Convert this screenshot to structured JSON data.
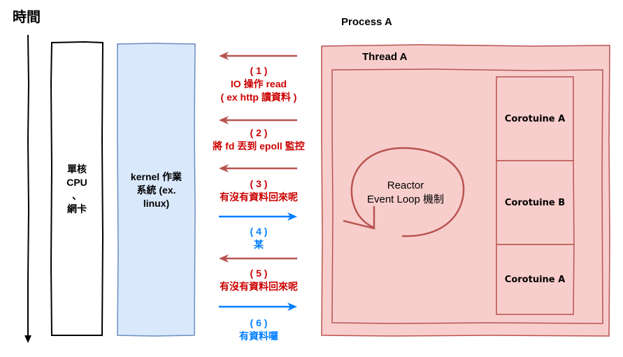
{
  "diagram": {
    "time_axis": {
      "label": "時間"
    },
    "cpu_box": {
      "lines": [
        "單核",
        "CPU",
        "、",
        "網卡"
      ]
    },
    "kernel_box": {
      "lines": [
        "kernel 作業",
        "系統 (ex.",
        "linux)"
      ]
    },
    "process": {
      "label": "Process A",
      "thread": {
        "label": "Thread A",
        "reactor": {
          "lines": [
            "Reactor",
            "Event Loop 機制"
          ]
        },
        "coroutines": [
          "Corotuine A",
          "Corotuine B",
          "Corotuine A"
        ]
      }
    },
    "steps": [
      {
        "num": "( 1 )",
        "lines": [
          "IO 操作 read",
          "( ex http 讀資料 )"
        ],
        "direction": "left",
        "color": "#cc0000"
      },
      {
        "num": "( 2 )",
        "lines": [
          "將 fd 丟到 epoll 監控"
        ],
        "direction": "left",
        "color": "#cc0000"
      },
      {
        "num": "( 3 )",
        "lines": [
          "有沒有資料回來呢"
        ],
        "direction": "left",
        "color": "#cc0000"
      },
      {
        "num": "( 4 )",
        "lines": [
          "某"
        ],
        "direction": "right",
        "color": "#007fff"
      },
      {
        "num": "( 5 )",
        "lines": [
          "有沒有資料回來呢"
        ],
        "direction": "left",
        "color": "#cc0000"
      },
      {
        "num": "( 6 )",
        "lines": [
          "有資料囉"
        ],
        "direction": "right",
        "color": "#007fff"
      }
    ],
    "colors": {
      "process_fill": "#f8cecc",
      "process_stroke": "#b85450",
      "kernel_fill": "#dae8fc",
      "kernel_stroke": "#6c8ebf",
      "left_arrow": "#b85450",
      "right_arrow": "#007fff"
    }
  }
}
